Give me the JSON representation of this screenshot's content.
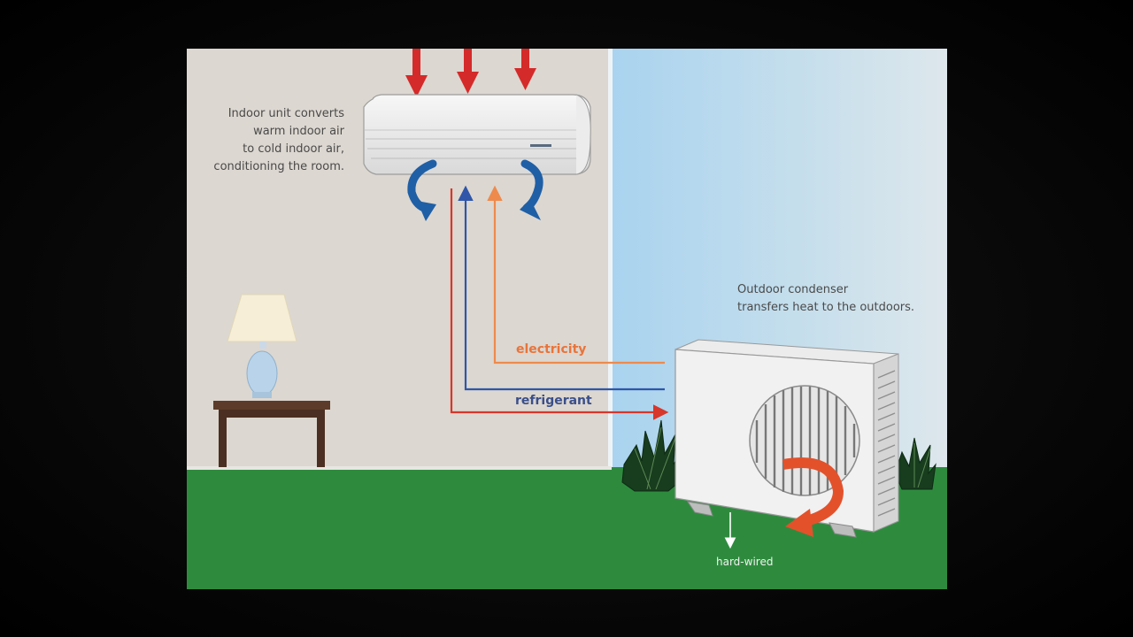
{
  "diagram": {
    "indoor_caption": [
      "Indoor unit converts",
      "warm indoor air",
      "to cold indoor air,",
      "conditioning the room."
    ],
    "outdoor_caption": [
      "Outdoor condenser",
      "transfers heat to the outdoors."
    ],
    "electricity_label": "electricity",
    "refrigerant_label": "refrigerant",
    "hardwired_label": "hard-wired"
  },
  "colors": {
    "wall": "#dcd7d0",
    "sky": "#b7d8ec",
    "grass": "#2e8b3e",
    "warm_arrow": "#d42a2a",
    "cool_arrow": "#1f5fa6",
    "electricity_line": "#ee8a4c",
    "refrigerant_line": "#2f56a8",
    "exhaust_arrow": "#e3512b"
  },
  "icons": [
    "wall-ac-unit-icon",
    "outdoor-condenser-icon",
    "table-lamp-icon",
    "side-table-icon",
    "shrub-icon"
  ]
}
